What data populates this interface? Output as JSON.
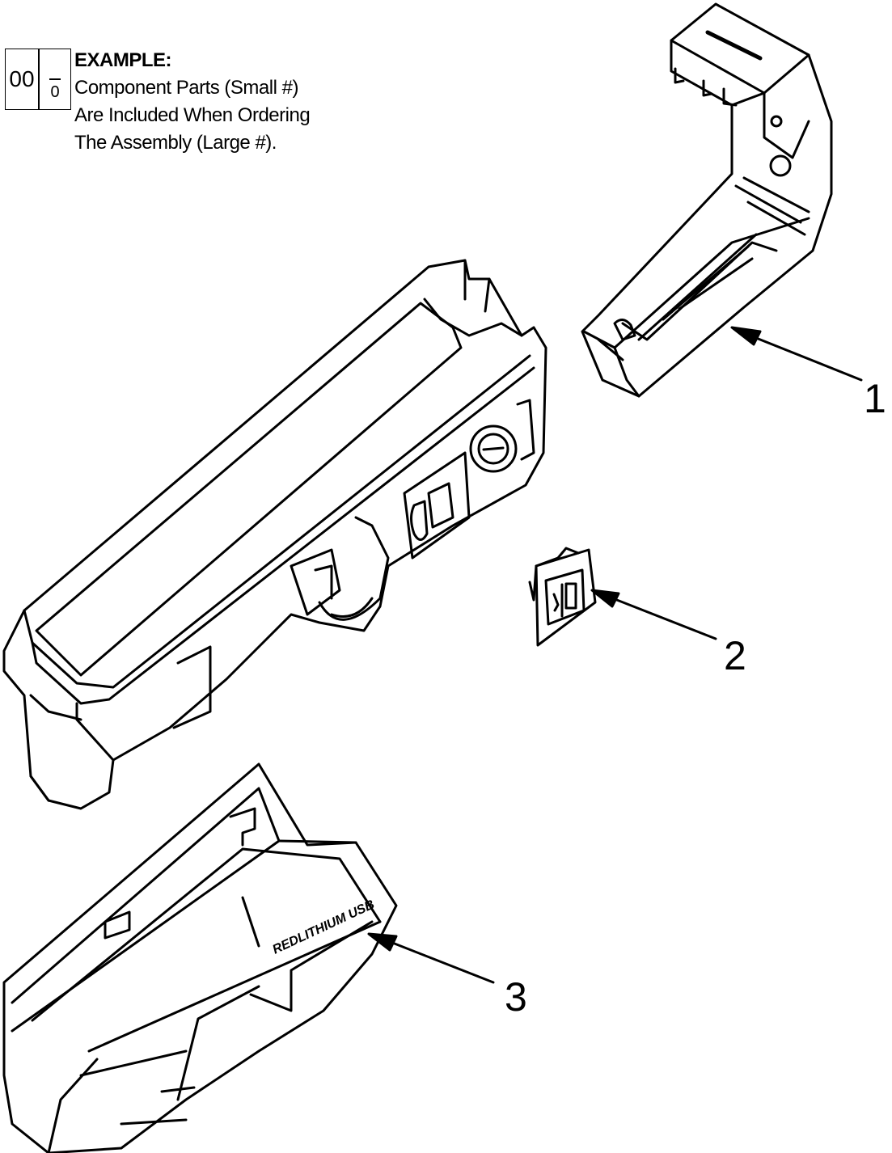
{
  "legend": {
    "large_number": "00",
    "small_number": "0",
    "title": "EXAMPLE:",
    "lines": [
      "Component Parts (Small #)",
      "Are Included When Ordering",
      "The Assembly (Large #)."
    ]
  },
  "callouts": [
    {
      "number": "1"
    },
    {
      "number": "2"
    },
    {
      "number": "3"
    }
  ],
  "parts": [
    {
      "label_text": "REDLITHIUM USB"
    }
  ]
}
